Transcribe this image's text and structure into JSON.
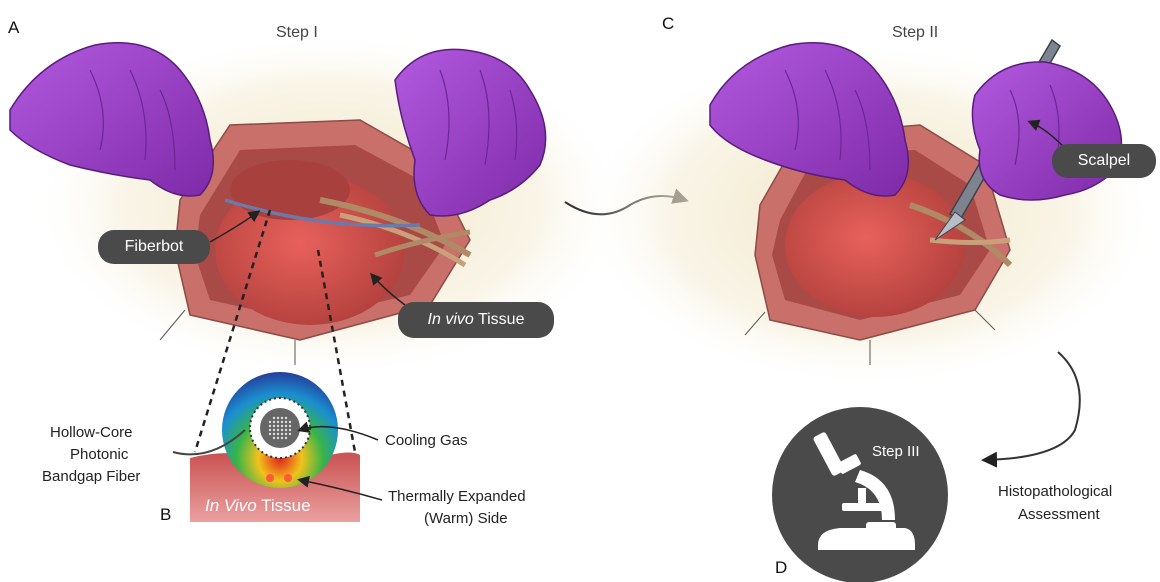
{
  "panels": {
    "a": {
      "letter": "A",
      "step": "Step I"
    },
    "b": {
      "letter": "B"
    },
    "c": {
      "letter": "C",
      "step": "Step II"
    },
    "d": {
      "letter": "D",
      "step": "Step III"
    }
  },
  "labels": {
    "fiberbot": "Fiberbot",
    "tissue_italic": "In vivo",
    "tissue_rest": " Tissue",
    "scalpel": "Scalpel",
    "fiber_line1": "Hollow-Core",
    "fiber_line2": "Photonic",
    "fiber_line3": "Bandgap Fiber",
    "cooling_gas": "Cooling Gas",
    "warm_line1": "Thermally Expanded",
    "warm_line2": "(Warm) Side",
    "invivo_box_italic": "In Vivo",
    "invivo_box_rest": " Tissue",
    "histo_line1": "Histopathological",
    "histo_line2": "Assessment"
  },
  "colors": {
    "glove": "#9b3fc8",
    "tissue": "#d45a57",
    "pill": "#4a4a4a",
    "halo": "#f1e6c6"
  }
}
